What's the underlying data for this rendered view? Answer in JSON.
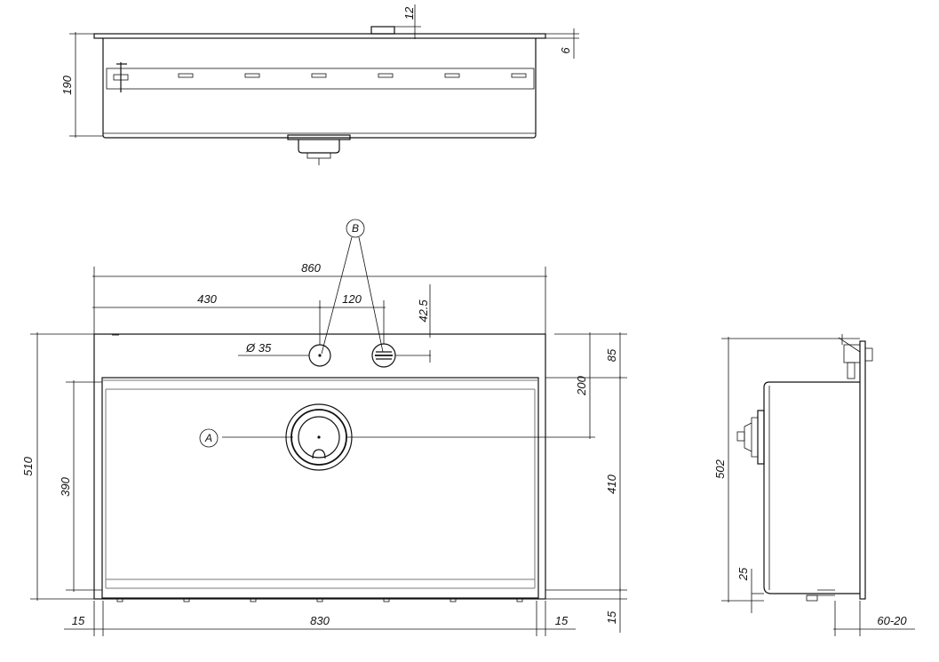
{
  "drawing": {
    "top_view": {
      "dim_height": "190",
      "dim_lip": "12",
      "dim_rim": "6"
    },
    "front_view": {
      "dim_overall_width": "860",
      "dim_half_width": "430",
      "dim_hole_spacing": "120",
      "dim_hole_offset": "42.5",
      "dim_hole_diameter": "Ø 35",
      "dim_overall_depth": "510",
      "dim_inner_depth": "390",
      "dim_back_to_hole": "85",
      "dim_back_to_drain": "200",
      "dim_drain_to_front": "410",
      "dim_left_rim": "15",
      "dim_inner_width": "830",
      "dim_right_rim": "15",
      "dim_front_rim": "15",
      "label_drain": "A",
      "label_holes": "B"
    },
    "side_view": {
      "dim_height": "502",
      "dim_bottom": "25",
      "dim_worktop": "60-20"
    }
  }
}
